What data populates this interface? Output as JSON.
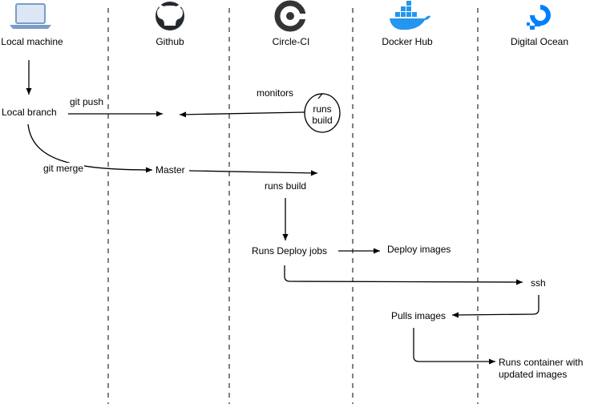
{
  "lanes": [
    {
      "label": "Local machine",
      "icon": "laptop-icon"
    },
    {
      "label": "Github",
      "icon": "github-octocat-icon"
    },
    {
      "label": "Circle-CI",
      "icon": "circleci-icon"
    },
    {
      "label": "Docker Hub",
      "icon": "docker-whale-icon"
    },
    {
      "label": "Digital Ocean",
      "icon": "digitalocean-icon"
    }
  ],
  "nodes": {
    "local_branch": "Local branch",
    "master": "Master",
    "runs_build_circle": [
      "runs",
      "build"
    ],
    "runs_deploy_jobs": "Runs Deploy jobs",
    "deploy_images": "Deploy images",
    "ssh": "ssh",
    "pulls_images": "Pulls images",
    "runs_container": [
      "Runs container with",
      "updated images"
    ]
  },
  "edge_labels": {
    "git_push": "git push",
    "monitors": "monitors",
    "git_merge": "git merge",
    "runs_build": "runs build"
  },
  "colors": {
    "laptop": "#7a9cc9",
    "github": "#24292e",
    "circleci": "#343434",
    "docker": "#2496ed",
    "digitalocean": "#0080ff"
  }
}
